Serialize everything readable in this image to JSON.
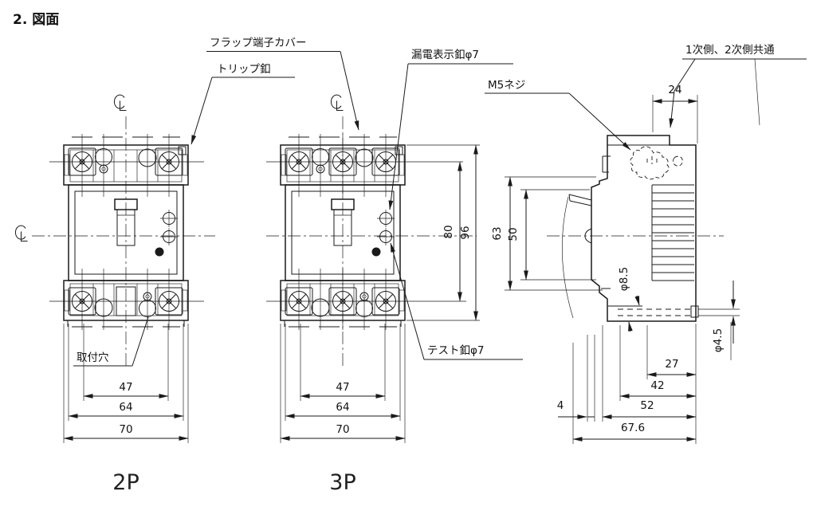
{
  "title": "2. 図面",
  "callouts": {
    "flap_terminal_cover": "フラップ端子カバー",
    "trip_button": "トリップ釦",
    "leakage_indicator_button": "漏電表示釦φ7",
    "m5_screw": "M5ネジ",
    "primary_secondary_common": "1次側、2次側共通",
    "mounting_hole": "取付穴",
    "test_button": "テスト釦φ7"
  },
  "view_labels": {
    "left": "2P",
    "middle": "3P"
  },
  "dimensions": {
    "front": {
      "pole_pitch": "47",
      "body_width": "64",
      "overall_width": "70",
      "terminal_pitch_height": "80",
      "overall_height": "96"
    },
    "side": {
      "top_depth": "24",
      "front_cover_height": "63",
      "front_face_height": "50",
      "mount_hole_counterbore": "φ8.5",
      "mount_hole": "φ4.5",
      "upper_depth": "27",
      "mid_depth": "42",
      "base_depth": "52",
      "clip_offset": "4",
      "overall_depth": "67.6"
    }
  },
  "colors": {
    "line": "#1a1a1a",
    "background": "#ffffff"
  }
}
